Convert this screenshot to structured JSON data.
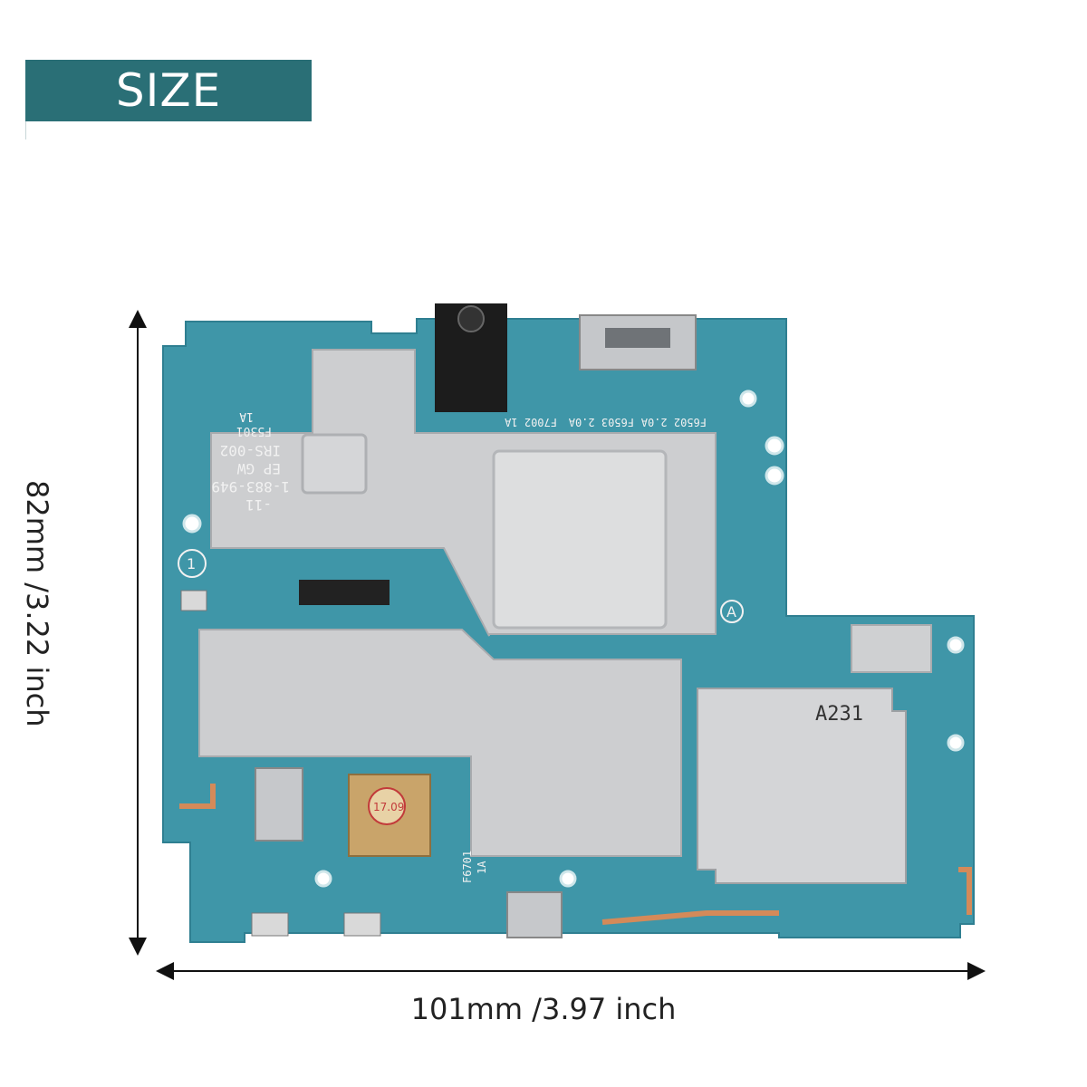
{
  "banner": {
    "label": "SIZE",
    "color": "#2a6f76"
  },
  "dimensions": {
    "height_label": "82mm /3.22 inch",
    "width_label": "101mm /3.97 inch"
  },
  "board": {
    "pcb_color": "#3f96a8",
    "shield_color": "#cdced0",
    "silkscreen": {
      "part_number": "1-883-949",
      "revision": "-11",
      "model": "IRS-002",
      "region": "EP GW",
      "fuse_f5301": "F5301",
      "fuse_1a_a": "1A",
      "fuse_f7002": "F7002 1A",
      "fuse_f6503": "F6503 2.0A",
      "fuse_f6502": "F6502 2.0A",
      "fuse_f6701": "F6701",
      "fuse_1a_b": "1A",
      "card_slot_code": "A231",
      "ic_mark": "17.09",
      "circle_mark_a": "A",
      "circle_mark_1": "1"
    }
  }
}
